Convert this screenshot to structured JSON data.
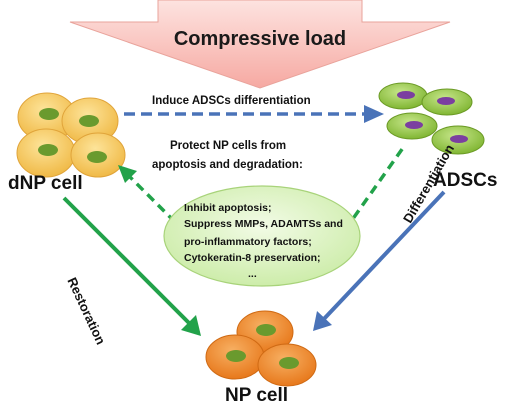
{
  "title": "Compressive load",
  "arrows": {
    "induce": "Induce ADSCs differentiation",
    "restoration": "Restoration",
    "differentiation": "Differentiation"
  },
  "protect": {
    "line1": "Protect NP cells from",
    "line2": "apoptosis and degradation:"
  },
  "effects": [
    "Inhibit apoptosis;",
    "Suppress MMPs, ADAMTSs and",
    "pro-inflammatory factors;",
    "Cytokeratin-8 preservation;",
    "..."
  ],
  "nodes": {
    "dnp": "dNP cell",
    "adscs": "ADSCs",
    "np": "NP cell"
  },
  "colors": {
    "load_arrow": "#f9c4bf",
    "dnp_cell": "#f5c35e",
    "adscs_cell": "#8fc23f",
    "adscs_nucleus": "#7b3fa0",
    "np_cell": "#ef8a2a",
    "nucleus_green": "#6a9a2e",
    "green_arrow": "#22a24a",
    "blue_arrow": "#4a73b8",
    "ellipse_fill": "#d9f2b8"
  }
}
